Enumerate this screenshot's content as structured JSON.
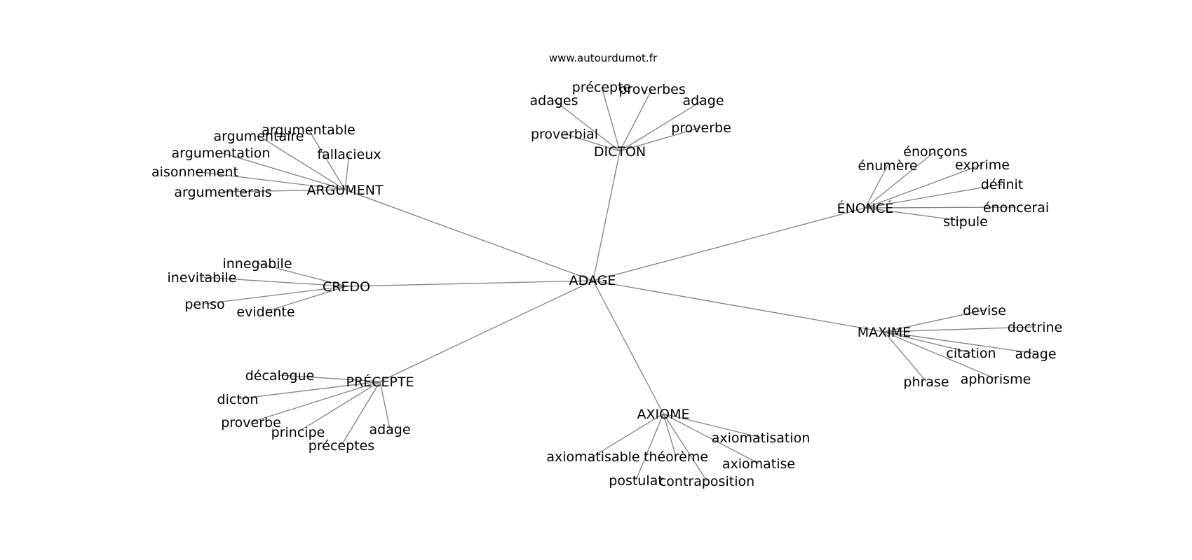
{
  "source": "www.autourdumot.fr",
  "center": "ADAGE",
  "clusters": [
    {
      "id": "dicton",
      "label": "DICTON",
      "words": [
        "précepte",
        "proverbes",
        "adages",
        "adage",
        "proverbial",
        "proverbe"
      ]
    },
    {
      "id": "argument",
      "label": "ARGUMENT",
      "words": [
        "argumentable",
        "argumentaire",
        "fallacieux",
        "argumentation",
        "aisonnement",
        "argumenterais"
      ]
    },
    {
      "id": "enonce",
      "label": "ÉNONCÉ",
      "words": [
        "énonçons",
        "énumère",
        "exprime",
        "définit",
        "énoncerai",
        "stipule"
      ]
    },
    {
      "id": "credo",
      "label": "CREDO",
      "words": [
        "innegabile",
        "inevitabile",
        "penso",
        "evidente"
      ]
    },
    {
      "id": "maxime",
      "label": "MAXIME",
      "words": [
        "devise",
        "doctrine",
        "citation",
        "adage",
        "phrase",
        "aphorisme"
      ]
    },
    {
      "id": "precepte",
      "label": "PRÉCEPTE",
      "words": [
        "décalogue",
        "dicton",
        "proverbe",
        "principe",
        "préceptes",
        "adage"
      ]
    },
    {
      "id": "axiome",
      "label": "AXIOME",
      "words": [
        "axiomatisation",
        "axiomatisable",
        "théorème",
        "axiomatise",
        "postulat",
        "contraposition"
      ]
    }
  ]
}
